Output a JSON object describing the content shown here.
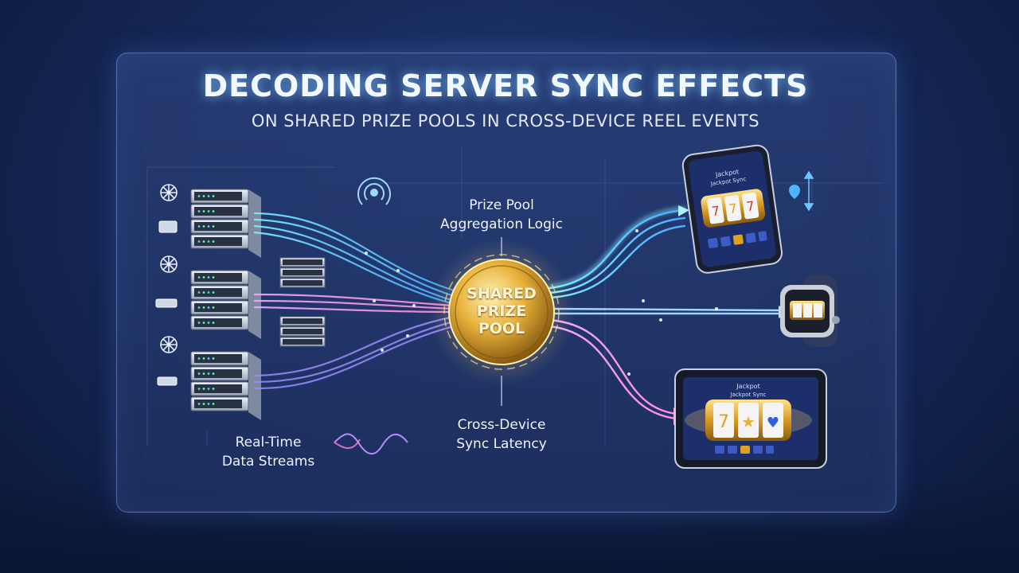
{
  "title": "DECODING SERVER SYNC EFFECTS",
  "subtitle": "ON SHARED PRIZE POOLS IN CROSS-DEVICE REEL EVENTS",
  "center": {
    "line1": "SHARED",
    "line2": "PRIZE",
    "line3": "POOL"
  },
  "labels": {
    "aggregation_line1": "Prize Pool",
    "aggregation_line2": "Aggregation Logic",
    "latency_line1": "Cross-Device",
    "latency_line2": "Sync Latency",
    "streams_line1": "Real-Time",
    "streams_line2": "Data Streams"
  },
  "devices": {
    "phone": {
      "header_line1": "Jackpot",
      "header_line2": "Jackpot Sync"
    },
    "tablet": {
      "header_line1": "Jackpot",
      "header_line2": "Jackpot Sync"
    }
  },
  "colors": {
    "cyan": "#4fd8ff",
    "pink": "#e88ef0",
    "violet": "#a48cff",
    "gold": "#e8b23a"
  },
  "icons": [
    "server-rack-icon",
    "network-hub-icon",
    "signal-broadcast-icon",
    "location-pin-icon",
    "slot-reel-icon"
  ]
}
